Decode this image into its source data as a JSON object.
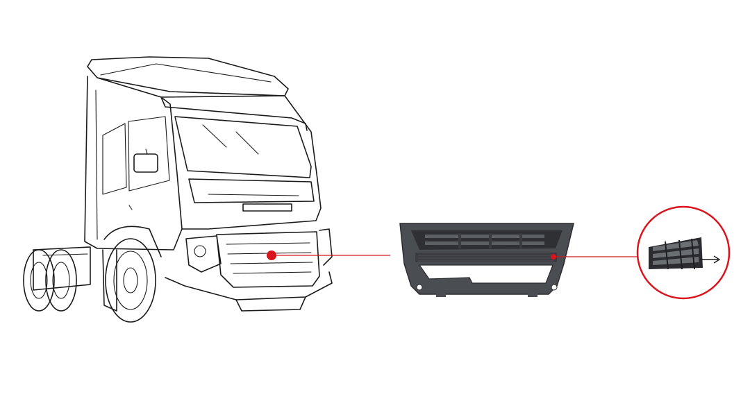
{
  "diagram": {
    "colors": {
      "background": "#ffffff",
      "outline": "#1a1a1a",
      "accent": "#d8141c",
      "part_body": "#4a4d52",
      "part_dark": "#2a2c30",
      "part_light": "#6b6e73"
    },
    "components": [
      {
        "id": "truck",
        "kind": "line-illustration",
        "subject": "truck-tractor-cab"
      },
      {
        "id": "front-grille",
        "kind": "part-render",
        "subject": "front-grille-panel"
      },
      {
        "id": "detail-callout",
        "kind": "magnified-detail",
        "subject": "grille-insert"
      }
    ],
    "connectors": [
      {
        "from": "truck",
        "to": "front-grille",
        "marker": "red-dot"
      },
      {
        "from": "front-grille",
        "to": "detail-callout",
        "marker": "red-dot"
      }
    ]
  }
}
